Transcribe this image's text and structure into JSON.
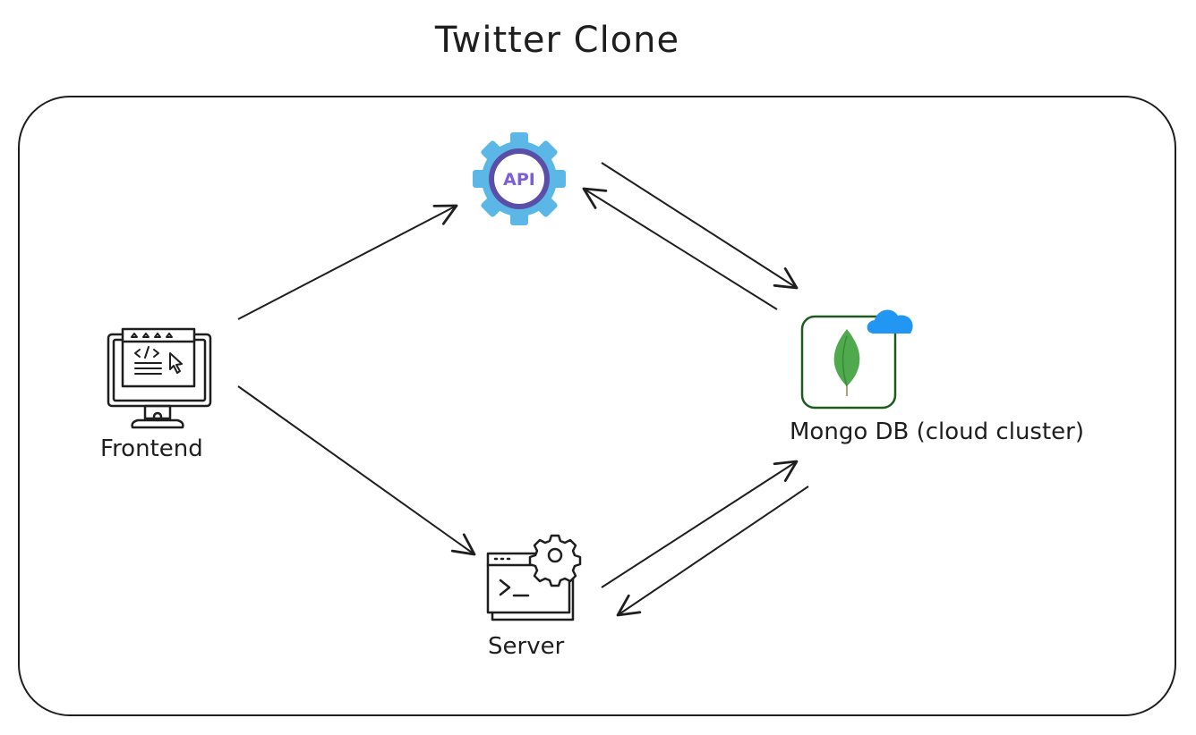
{
  "diagram": {
    "title": "Twitter Clone",
    "nodes": {
      "frontend": {
        "label": "Frontend"
      },
      "api": {
        "label": "API"
      },
      "server": {
        "label": "Server"
      },
      "mongo": {
        "label": "Mongo DB (cloud cluster)"
      }
    },
    "edges": [
      {
        "from": "frontend",
        "to": "api"
      },
      {
        "from": "frontend",
        "to": "server"
      },
      {
        "from": "api",
        "to": "mongo"
      },
      {
        "from": "mongo",
        "to": "api"
      },
      {
        "from": "server",
        "to": "mongo"
      },
      {
        "from": "mongo",
        "to": "server"
      }
    ]
  },
  "colors": {
    "ink": "#1e1e1e",
    "api_gear": "#5bb8e6",
    "api_ring": "#5b4ea8",
    "api_text": "#7b5fd6",
    "mongo_leaf": "#4fa94d",
    "mongo_border": "#1f5a1f",
    "cloud": "#2196f3"
  }
}
